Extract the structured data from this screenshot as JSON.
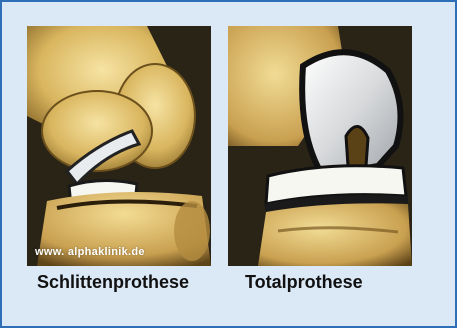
{
  "figure": {
    "left": {
      "caption": "Schlittenprothese",
      "watermark": "www. alphaklinik.de"
    },
    "right": {
      "caption": "Totalprothese"
    }
  }
}
